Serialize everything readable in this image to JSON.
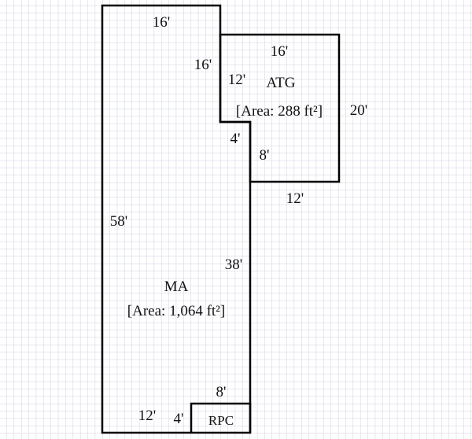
{
  "colors": {
    "grid": "#cfd0e0",
    "wall": "#000000",
    "text": "#111111"
  },
  "areas": [
    {
      "name": "MA",
      "area_label": "[Area: 1,064 ft²]"
    },
    {
      "name": "ATG",
      "area_label": "[Area: 288 ft²]"
    },
    {
      "name": "RPC"
    }
  ],
  "dimensions": {
    "ma_top": "16'",
    "ma_right_upper": "16'",
    "ma_left": "58'",
    "ma_right_lower": "38'",
    "ma_bottom": "12'",
    "atg_top": "16'",
    "atg_left": "12'",
    "atg_right": "20'",
    "atg_bottom": "12'",
    "atg_step_horizontal": "4'",
    "atg_step_vertical": "8'",
    "rpc_top": "8'",
    "rpc_left": "4'"
  }
}
